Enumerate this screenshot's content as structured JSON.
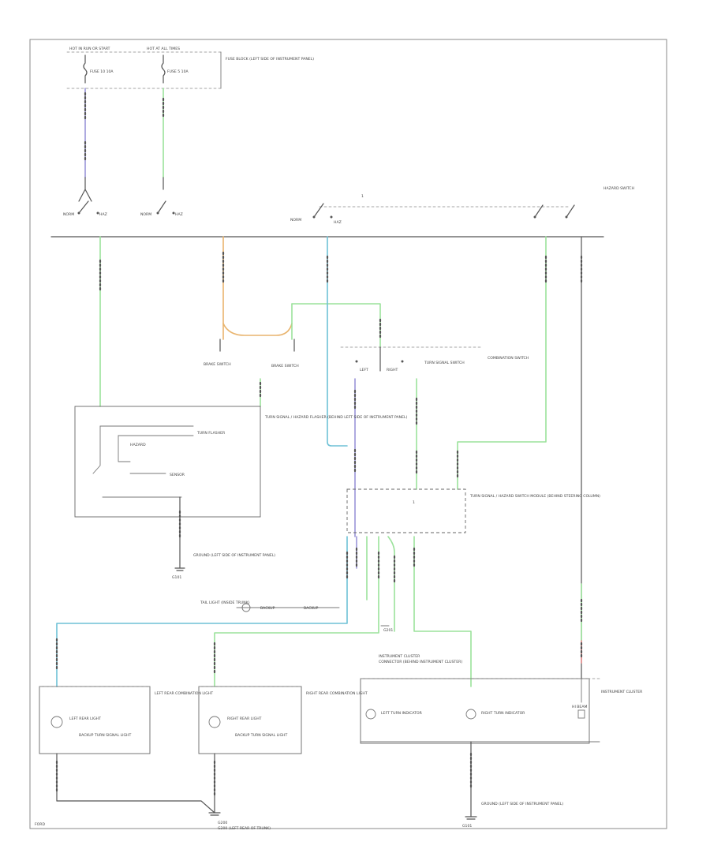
{
  "labels": {
    "top_left_fuse_header": "HOT IN RUN OR START",
    "top_right_fuse_header": "HOT AT ALL TIMES",
    "fuse_a": "FUSE 10 10A",
    "fuse_b": "FUSE 5 10A",
    "fuse_block": "FUSE BLOCK (LEFT SIDE OF INSTRUMENT PANEL)",
    "hazard_switch": "HAZARD SWITCH",
    "norm_1": "NORM",
    "haz_1": "HAZ",
    "norm_2": "NORM",
    "haz_2": "HAZ",
    "norm_3": "NORM",
    "haz_3": "HAZ",
    "brake_1": "BRAKE SWITCH",
    "brake_2": "BRAKE SWITCH",
    "turn_switch": "TURN SIGNAL SWITCH",
    "combination_switch": "COMBINATION SWITCH",
    "left": "LEFT",
    "right": "RIGHT",
    "flasher_box": "TURN SIGNAL / HAZARD FLASHER (BEHIND LEFT SIDE OF INSTRUMENT PANEL)",
    "flasher_inner_1": "TURN FLASHER",
    "flasher_inner_2": "HAZARD",
    "flasher_inner_3": "SENSOR",
    "ground_1": "GROUND (LEFT SIDE OF INSTRUMENT PANEL)",
    "g101": "G101",
    "module_box": "TURN SIGNAL / HAZARD SWITCH MODULE (BEHIND STEERING COLUMN)",
    "tail_lamp": "TAIL LIGHT (INSIDE TRUNK)",
    "bulb_label_1": "BACKUP",
    "bulb_label_2": "BACKUP",
    "ground_2": "G201",
    "instrument_cluster": "INSTRUMENT CLUSTER",
    "cluster_note": "CONNECTOR (BEHIND INSTRUMENT CLUSTER)",
    "left_rear_lamp": "LEFT REAR COMBINATION LIGHT",
    "left_rear_inner": "LEFT REAR LIGHT",
    "left_rear_sub": "BACKUP TURN SIGNAL LIGHT",
    "right_rear_lamp": "RIGHT REAR COMBINATION LIGHT",
    "right_rear_inner": "RIGHT REAR LIGHT",
    "right_rear_sub": "BACKUP TURN SIGNAL LIGHT",
    "left_turn_ind": "LEFT TURN INDICATOR",
    "right_turn_ind": "RIGHT TURN INDICATOR",
    "hi_beam": "HI BEAM",
    "instrument_panel": "INSTRUMENT CLUSTER",
    "ground_3": "G200 (LEFT REAR OF TRUNK)",
    "ground_4": "GROUND (LEFT SIDE OF INSTRUMENT PANEL)",
    "g101b": "G101",
    "g200": "G200",
    "footer": "FORD"
  },
  "colors": {
    "green": "#9be29b",
    "blue": "#6ec1d6",
    "violet": "#9a95d8",
    "orange": "#e9b46e",
    "red": "#e88c8c",
    "black": "#555555"
  }
}
